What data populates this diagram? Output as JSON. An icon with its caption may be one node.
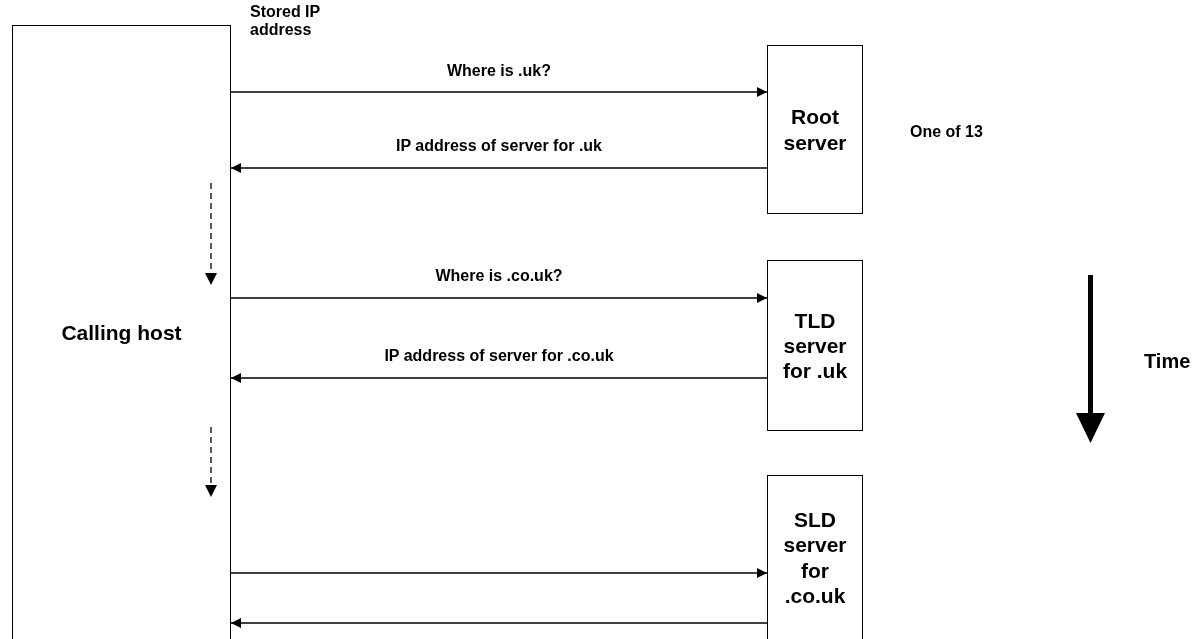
{
  "diagram": {
    "nodes": [
      {
        "text": [
          "Calling host"
        ]
      },
      {
        "text": [
          "Root server"
        ],
        "beside": [
          "One of 13"
        ]
      },
      {
        "text": [
          "TLD server for .uk"
        ]
      },
      {
        "text": [
          "SLD server for .co.uk"
        ]
      }
    ],
    "edges": [
      {
        "from": 0,
        "to": 1,
        "arrow": "to",
        "label": "Where is .uk?"
      },
      {
        "from": 1,
        "to": 0,
        "arrow": "to",
        "label": "IP address of server for .uk"
      },
      {
        "from": 0,
        "to": 2,
        "arrow": "to",
        "label": "Where is .co.uk?"
      },
      {
        "from": 2,
        "to": 0,
        "arrow": "to",
        "label": "IP address of server for .co.uk"
      },
      {
        "from": 0,
        "to": 3,
        "arrow": "to"
      },
      {
        "from": 3,
        "to": 0,
        "arrow": "to"
      }
    ],
    "labels": [
      "Stored IP address",
      "Time"
    ]
  }
}
